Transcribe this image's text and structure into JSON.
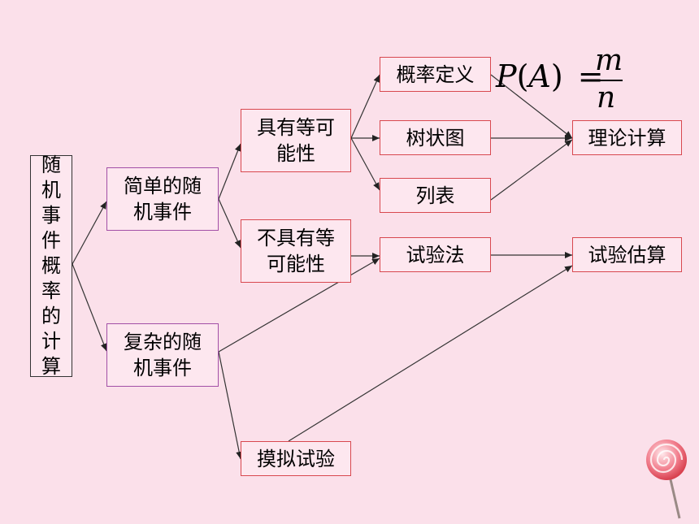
{
  "diagram": {
    "root": [
      "随",
      "机",
      "事",
      "件",
      "概",
      "率",
      "的",
      "计",
      "算"
    ],
    "simple_event": "简单的随机事件",
    "complex_event": "复杂的随机事件",
    "equal_likely": "具有等可能性",
    "not_equal_likely": "不具有等可能性",
    "simulation": "摸拟试验",
    "definition": "概率定义",
    "tree_diagram": "树状图",
    "table": "列表",
    "experiment": "试验法",
    "theoretical": "理论计算",
    "estimate": "试验估算",
    "formula": {
      "lhs_p": "P",
      "lhs_open": "(",
      "lhs_a": "A",
      "lhs_close": ")",
      "eq": "=",
      "num": "m",
      "den": "n"
    }
  }
}
